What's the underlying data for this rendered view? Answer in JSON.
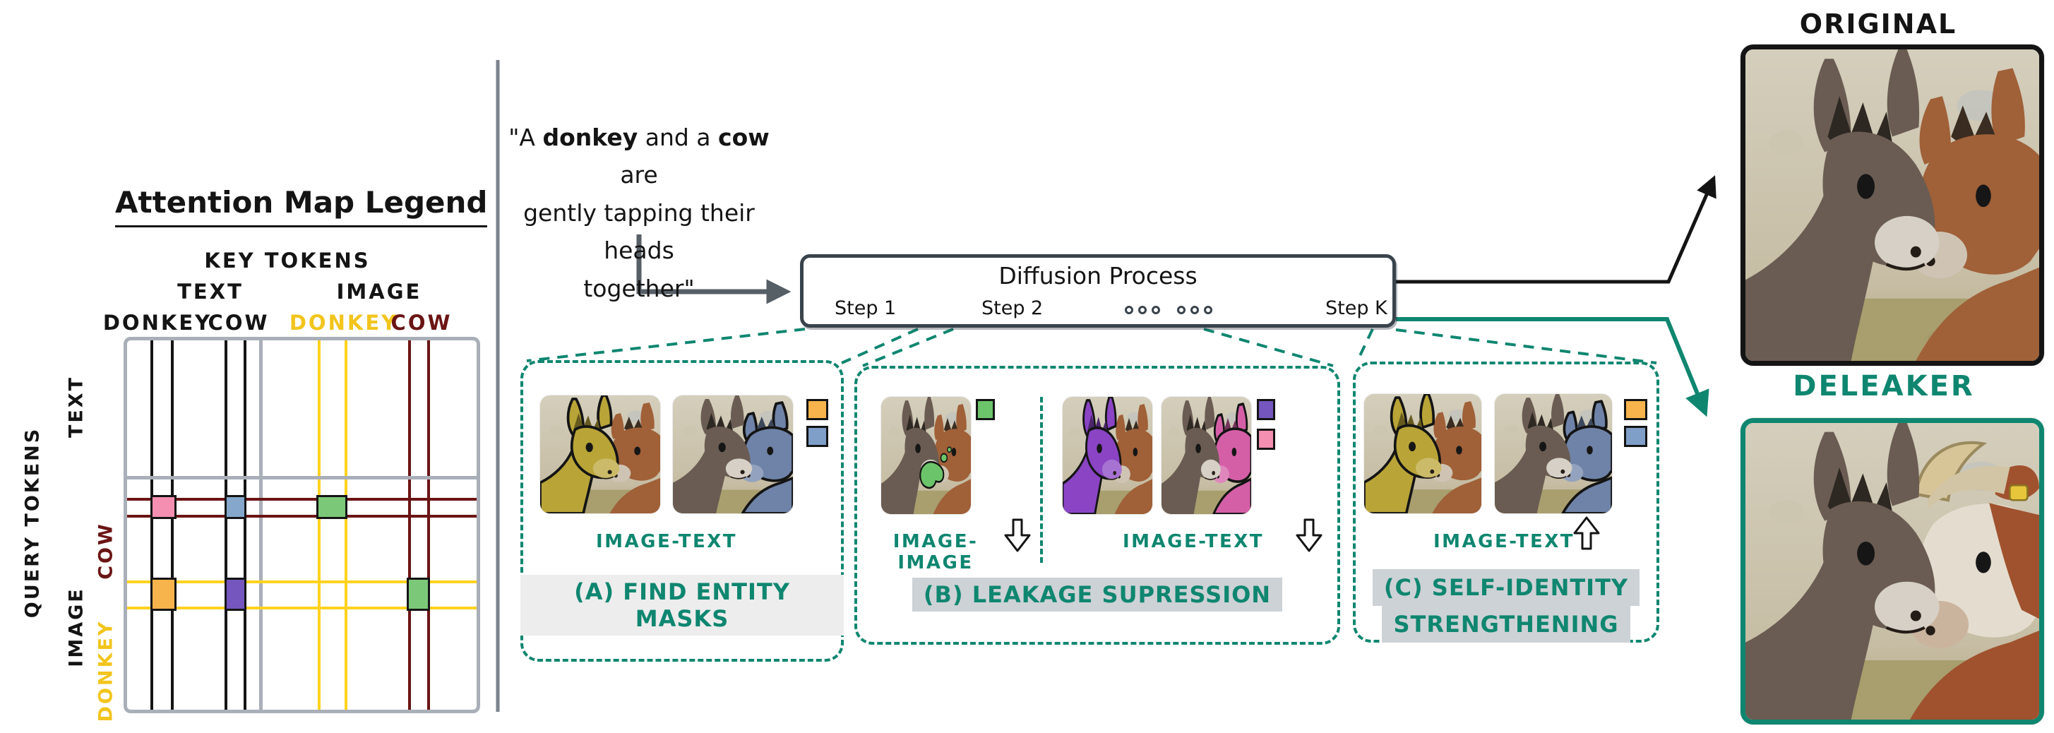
{
  "legend": {
    "title": "Attention Map Legend",
    "key_axis_label": "KEY TOKENS",
    "query_axis_label": "QUERY TOKENS",
    "key_group_text": "TEXT",
    "key_group_image": "IMAGE",
    "query_group_text": "TEXT",
    "query_group_image": "IMAGE",
    "key_entities": [
      {
        "label": "DONKEY",
        "color": "#141414"
      },
      {
        "label": "COW",
        "color": "#141414"
      },
      {
        "label": "DONKEY",
        "color": "#F2C51D"
      },
      {
        "label": "COW",
        "color": "#6B1414"
      }
    ],
    "query_entities": [
      {
        "label": "COW",
        "color": "#6B1414"
      },
      {
        "label": "DONKEY",
        "color": "#F2C51D"
      }
    ],
    "line_colors": {
      "token_black": "#141414",
      "image_donkey": "#FFD21E",
      "image_cow": "#6B1414",
      "frame_gray": "#A9AFB8"
    },
    "cells": [
      {
        "name": "cow-query-x-donkey-text",
        "color": "#F48FB1"
      },
      {
        "name": "cow-query-x-cow-text",
        "color": "#85A7CB"
      },
      {
        "name": "cow-query-x-donkey-image",
        "color": "#7CC879"
      },
      {
        "name": "donkey-query-x-donkey-text",
        "color": "#F7B44C"
      },
      {
        "name": "donkey-query-x-cow-text",
        "color": "#7456BE"
      },
      {
        "name": "donkey-query-x-cow-image",
        "color": "#7CC879"
      }
    ]
  },
  "prompt": {
    "open": "\"A ",
    "bold1": "donkey",
    "mid": " and a ",
    "bold2": "cow",
    "end": " are",
    "line2": "gently tapping their heads",
    "line3": "together\""
  },
  "diffusion": {
    "title": "Diffusion Process",
    "steps": [
      "Step 1",
      "Step 2",
      "Step K"
    ]
  },
  "panels": {
    "a": {
      "caption": "(A) FIND ENTITY MASKS",
      "relation": "IMAGE-TEXT",
      "swatches": [
        "#F7B44C",
        "#7F9FC8"
      ],
      "images": [
        {
          "donkey": "#B9A437",
          "donkey_masked": true,
          "partner": "#A06038",
          "partner_masked": false,
          "partner_type": "donkey",
          "blob": null
        },
        {
          "donkey": "#6A5C52",
          "donkey_masked": false,
          "partner": "#6F83A8",
          "partner_masked": true,
          "partner_type": "donkey",
          "blob": null
        }
      ]
    },
    "b": {
      "caption": "(B) LEAKAGE SUPRESSION",
      "left": {
        "relation": "IMAGE-IMAGE",
        "swatches": [
          "#6CC46A"
        ],
        "images": [
          {
            "donkey": "#6A5C52",
            "donkey_masked": false,
            "partner": "#A06038",
            "partner_masked": false,
            "partner_type": "donkey",
            "blob": "#6CC46A"
          }
        ]
      },
      "right": {
        "relation": "IMAGE-TEXT",
        "swatches": [
          "#7456BE",
          "#F48FB1"
        ],
        "images": [
          {
            "donkey": "#8A44C4",
            "donkey_masked": true,
            "partner": "#A06038",
            "partner_masked": false,
            "partner_type": "donkey",
            "blob": null
          },
          {
            "donkey": "#6A5C52",
            "donkey_masked": false,
            "partner": "#D45FA6",
            "partner_masked": true,
            "partner_type": "donkey",
            "blob": null
          }
        ]
      }
    },
    "c": {
      "caption_line1": "(C) SELF-IDENTITY",
      "caption_line2": "STRENGTHENING",
      "relation": "IMAGE-TEXT",
      "swatches": [
        "#F7B44C",
        "#7F9FC8"
      ],
      "images": [
        {
          "donkey": "#B9A437",
          "donkey_masked": true,
          "partner": "#A06038",
          "partner_masked": false,
          "partner_type": "donkey",
          "blob": null
        },
        {
          "donkey": "#6A5C52",
          "donkey_masked": false,
          "partner": "#6F83A8",
          "partner_masked": true,
          "partner_type": "donkey",
          "blob": null
        }
      ]
    }
  },
  "outputs": {
    "original": {
      "label": "ORIGINAL",
      "scene": {
        "donkey": "#6A5C52",
        "donkey_masked": false,
        "partner": "#A06038",
        "partner_masked": false,
        "partner_type": "donkey",
        "blob": null
      }
    },
    "deleaker": {
      "label": "DELEAKER",
      "scene": {
        "donkey": "#6A5C52",
        "donkey_masked": false,
        "partner": "#A0522E",
        "partner_masked": false,
        "partner_type": "cow",
        "blob": null
      }
    }
  },
  "colors": {
    "teal": "#0F8670",
    "arrow_gray": "#565E66",
    "black": "#141414",
    "caption_bg_light": "#EDEDED",
    "caption_bg_gray": "#CDD2D6"
  }
}
